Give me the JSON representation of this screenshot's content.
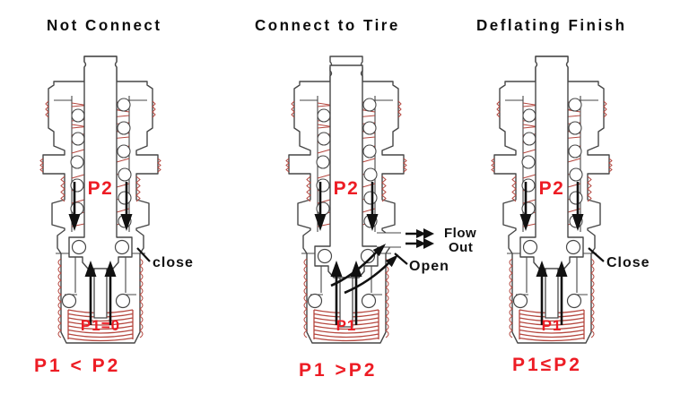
{
  "figure": {
    "description": "Tire valve deflation sequence cross-section diagram, three states"
  },
  "colors": {
    "background": "#ffffff",
    "body_outline": "#474747",
    "spring_thread_red": "#b5473f",
    "label_red": "#ed1c24",
    "annotation_black": "#111111"
  },
  "panels": [
    {
      "id": "not-connect",
      "title": "Not Connect",
      "pressure_top": "P2",
      "pressure_bottom": "P1=0",
      "valve_state_label": "close",
      "equation": "P1 < P2"
    },
    {
      "id": "connect-to-tire",
      "title": "Connect to Tire",
      "pressure_top": "P2",
      "pressure_bottom": "P1",
      "valve_state_label": "Open",
      "flow_line1": "Flow",
      "flow_line2": "Out",
      "equation": "P1 >P2"
    },
    {
      "id": "deflating-finish",
      "title": "Deflating Finish",
      "pressure_top": "P2",
      "pressure_bottom": "P1",
      "valve_state_label": "Close",
      "equation": "P1≤P2"
    }
  ]
}
